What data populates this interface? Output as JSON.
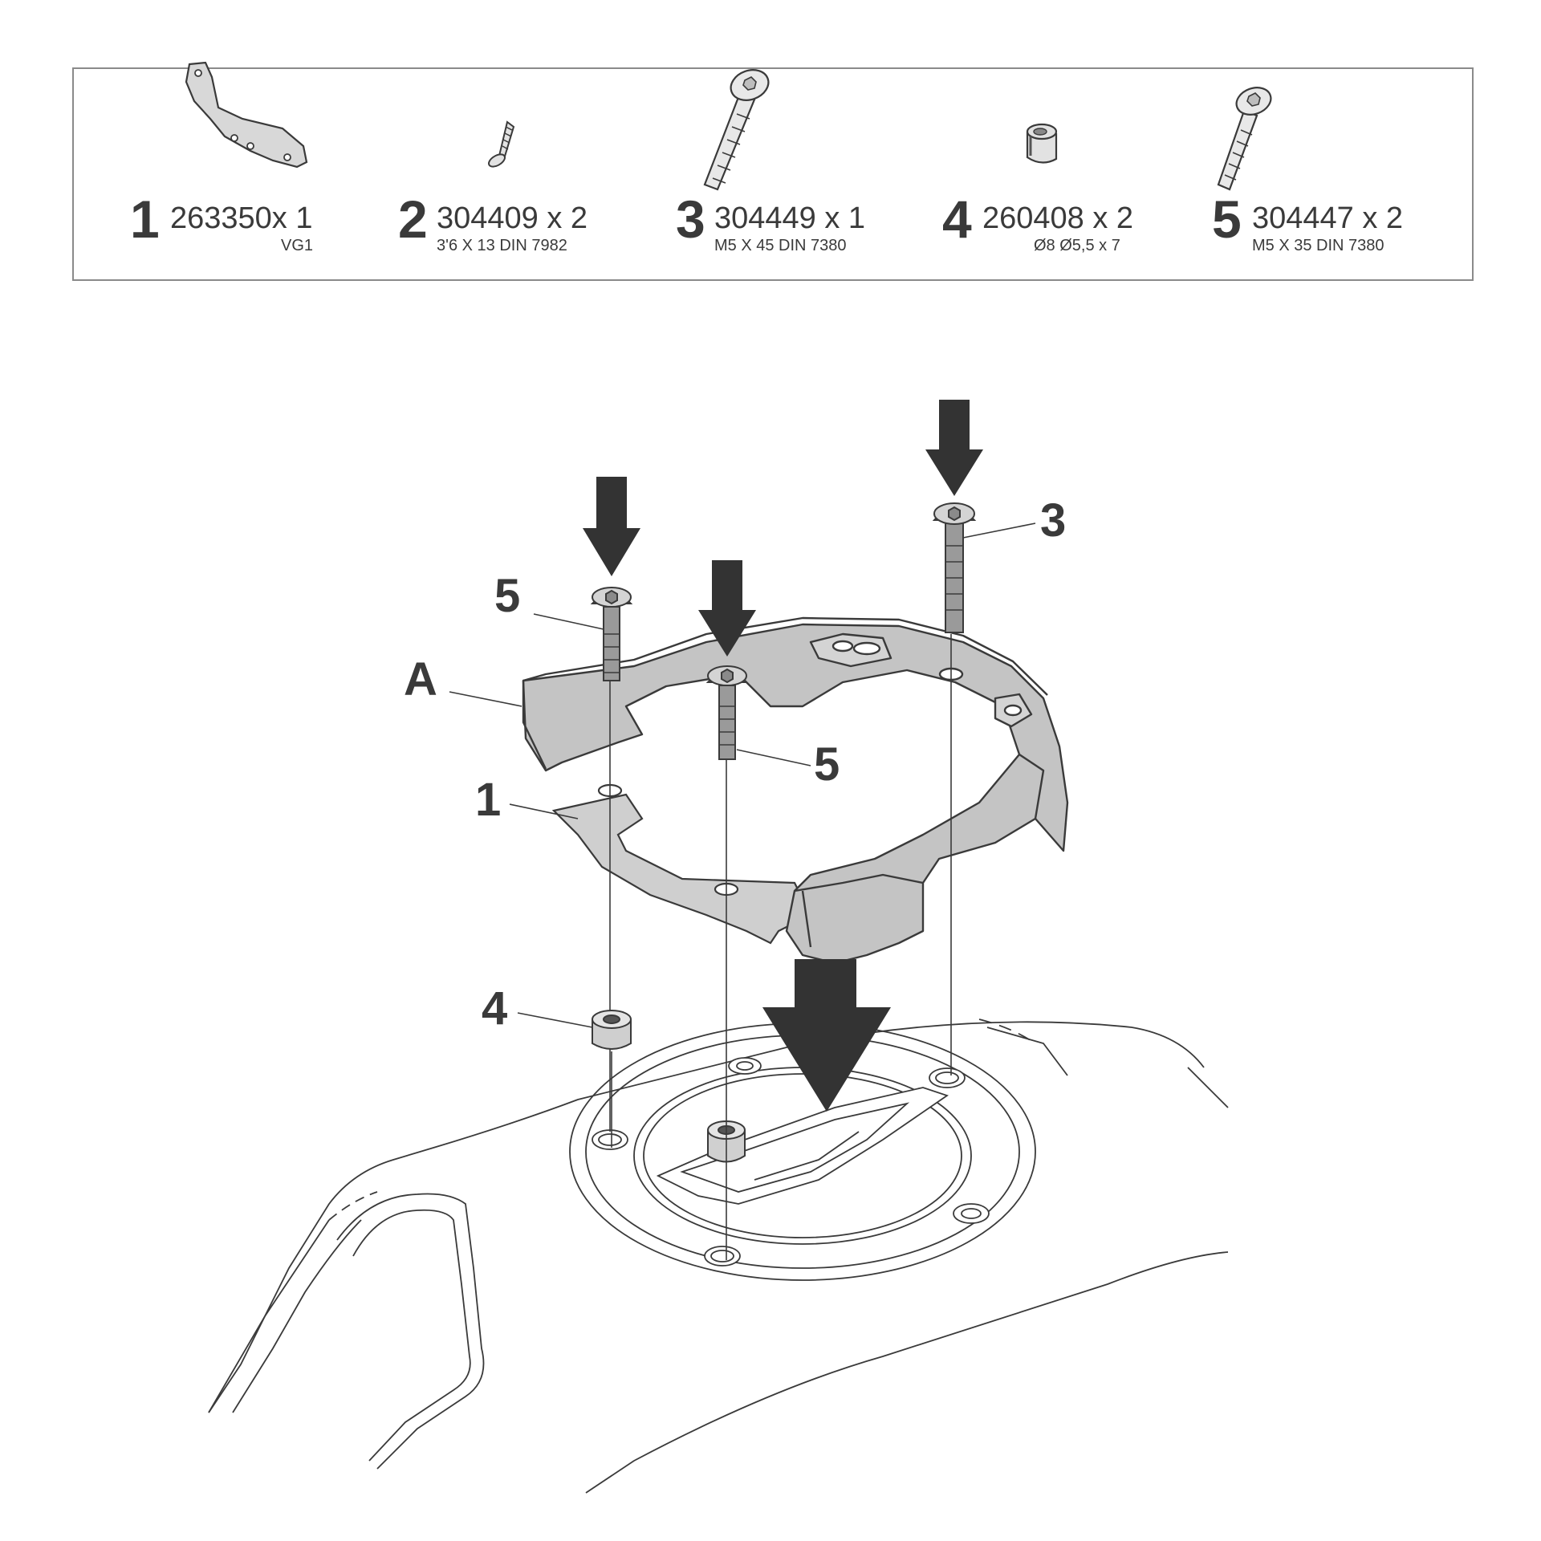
{
  "parts": [
    {
      "number": "1",
      "code": "263350x 1",
      "spec": "VG1"
    },
    {
      "number": "2",
      "code": "304409 x 2",
      "spec": "3'6 X 13 DIN 7982"
    },
    {
      "number": "3",
      "code": "304449 x 1",
      "spec": "M5 X 45 DIN 7380"
    },
    {
      "number": "4",
      "code": "260408 x 2",
      "spec": "Ø8 Ø5,5 x 7"
    },
    {
      "number": "5",
      "code": "304447 x 2",
      "spec": "M5 X 35 DIN 7380"
    }
  ],
  "callouts": {
    "bracket": "A",
    "plate": "1",
    "spacer": "4",
    "screw_long": "3",
    "screw_left": "5",
    "screw_middle": "5"
  },
  "colors": {
    "line": "#3a3a3a",
    "part_fill": "#c4c4c4",
    "arrow": "#333333",
    "frame": "#8a8a8a"
  }
}
